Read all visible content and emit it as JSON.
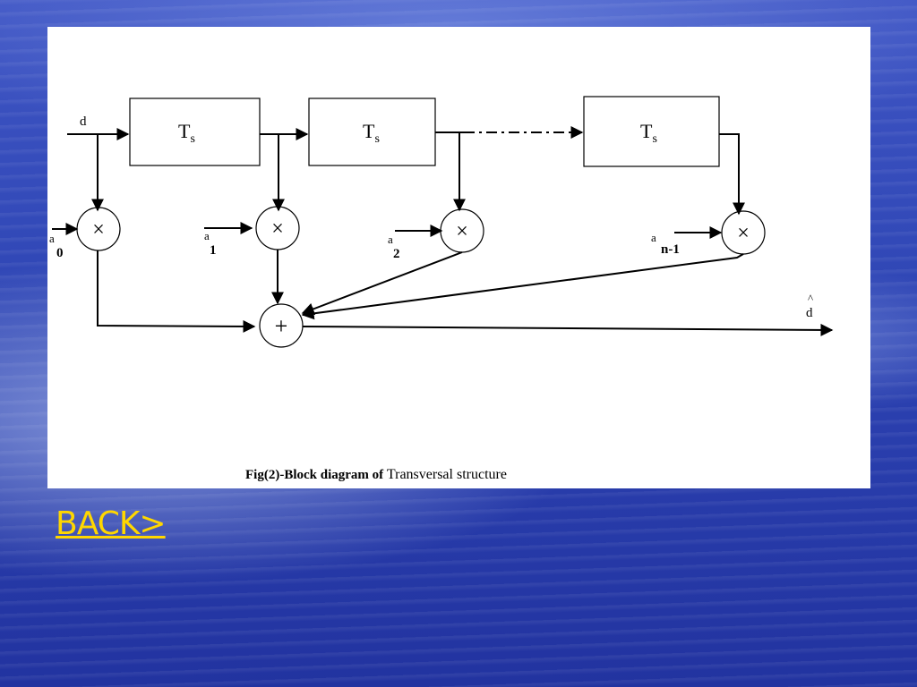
{
  "diagram": {
    "input_label": "d",
    "output_label": "d",
    "output_hat": "^",
    "delay_blocks": [
      {
        "main": "T",
        "sub": "s"
      },
      {
        "main": "T",
        "sub": "s"
      },
      {
        "main": "T",
        "sub": "s"
      }
    ],
    "multiplier_symbol": "×",
    "adder_symbol": "+",
    "coefficients": [
      {
        "main": "a",
        "sub": "0"
      },
      {
        "main": "a",
        "sub": "1"
      },
      {
        "main": "a",
        "sub": "2"
      },
      {
        "main": "a",
        "sub": "n-1"
      }
    ],
    "caption_part1": "Fig(2)-Block diagram of",
    "caption_part2": "Transversal structure"
  },
  "nav": {
    "back_label": "BACK>"
  }
}
